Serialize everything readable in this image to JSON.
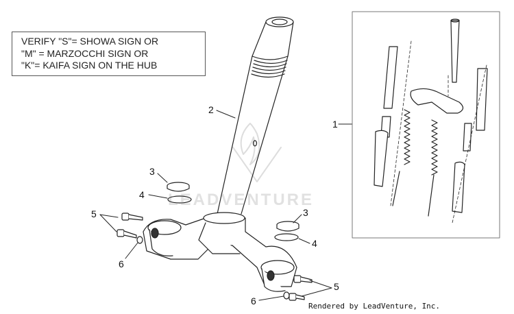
{
  "note": {
    "lines": [
      "VERIFY \"S\"= SHOWA SIGN OR",
      "\"M\" = MARZOCCHI SIGN OR",
      "\"K\"= KAIFA SIGN ON THE HUB"
    ]
  },
  "callouts": {
    "c1": "1",
    "c2": "2",
    "c3a": "3",
    "c4a": "4",
    "c5a": "5",
    "c6a": "6",
    "c3b": "3",
    "c4b": "4",
    "c5b": "5",
    "c6b": "6"
  },
  "watermark": "LEADVENTURE",
  "credit": "Rendered by LeadVenture, Inc."
}
